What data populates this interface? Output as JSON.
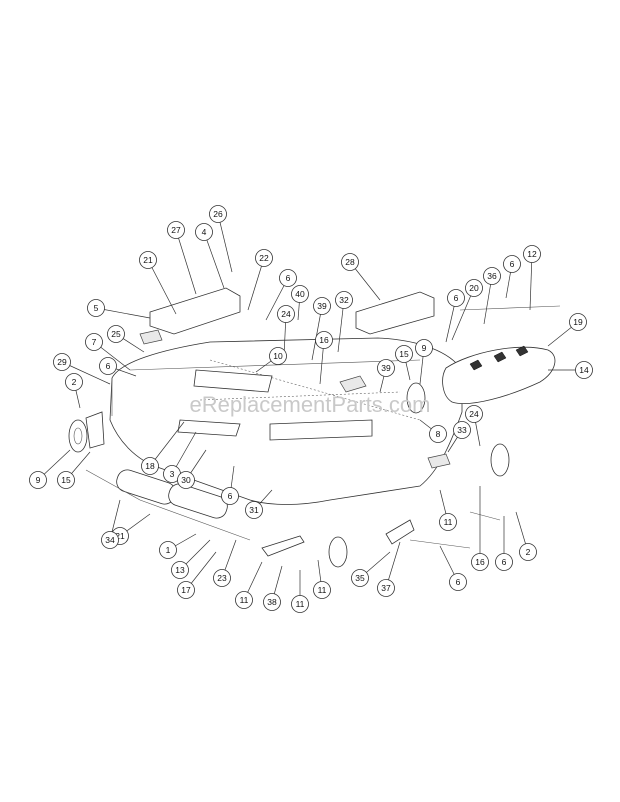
{
  "watermark": "eReplacementParts.com",
  "callouts": [
    "26",
    "27",
    "4",
    "21",
    "22",
    "6",
    "28",
    "12",
    "5",
    "40",
    "39",
    "32",
    "20",
    "36",
    "6",
    "6",
    "25",
    "24",
    "16",
    "19",
    "7",
    "10",
    "15",
    "9",
    "29",
    "6",
    "39",
    "14",
    "2",
    "24",
    "8",
    "33",
    "9",
    "15",
    "18",
    "3",
    "30",
    "6",
    "31",
    "11",
    "21",
    "16",
    "6",
    "2",
    "34",
    "1",
    "13",
    "23",
    "17",
    "11",
    "38",
    "11",
    "11",
    "35",
    "37",
    "6"
  ]
}
